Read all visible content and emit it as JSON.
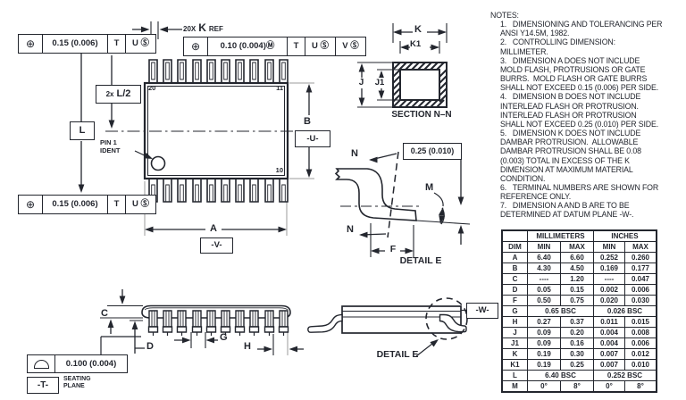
{
  "ink": "#23262e",
  "gray": "#9b9b9b",
  "labels": {
    "a": "A",
    "b": "B",
    "c": "C",
    "d": "D",
    "f": "F",
    "g": "G",
    "h": "H",
    "j": "J",
    "j1": "J1",
    "k": "K",
    "k1": "K1",
    "m": "M",
    "n": "N",
    "l": "L"
  },
  "k_callout": {
    "prefix": "20X",
    "dim": "K",
    "suffix": "REF"
  },
  "boxes": {
    "u": "-U-",
    "v": "-V-",
    "t": "-T-",
    "w": "-W-",
    "l": "L",
    "l_half_prefix": "2x",
    "l_half": "L/2",
    "lead_offset": "0.25 (0.010)"
  },
  "fcf": {
    "position_sym": "⊕",
    "a_tol": "0.15 (0.006)",
    "a_datum1": "T",
    "a_datum2": "U Ⓢ",
    "b_tol": "0.10 (0.004)Ⓜ",
    "b_datum1": "T",
    "b_datum2": "U Ⓢ",
    "b_datum3": "V Ⓢ",
    "flat_tol": "0.100 (0.004)"
  },
  "pins": {
    "p20": "20",
    "p11": "11",
    "p10": "10"
  },
  "captions": {
    "section": "SECTION N–N",
    "detail": "DETAIL E",
    "seating": "SEATING\nPLANE",
    "pin1": "PIN 1\nIDENT"
  },
  "notes": {
    "title": "NOTES:",
    "items": [
      "1.   DIMENSIONING AND TOLERANCING PER\nANSI Y14.5M, 1982.",
      "2.   CONTROLLING DIMENSION:\nMILLIMETER.",
      "3.   DIMENSION A DOES NOT INCLUDE\nMOLD FLASH, PROTRUSIONS OR GATE\nBURRS.  MOLD FLASH OR GATE BURRS\nSHALL NOT EXCEED 0.15 (0.006) PER SIDE.",
      "4.   DIMENSION B DOES NOT INCLUDE\nINTERLEAD FLASH OR PROTRUSION.\nINTERLEAD FLASH OR PROTRUSION\nSHALL NOT EXCEED 0.25 (0.010) PER SIDE.",
      "5.   DIMENSION K DOES NOT INCLUDE\nDAMBAR PROTRUSION.  ALLOWABLE\nDAMBAR PROTRUSION SHALL BE 0.08\n(0.003) TOTAL IN EXCESS OF THE K\nDIMENSION AT MAXIMUM MATERIAL\nCONDITION.",
      "6.   TERMINAL NUMBERS ARE SHOWN FOR\nREFERENCE ONLY.",
      "7.   DIMENSION A AND B ARE TO BE\nDETERMINED AT DATUM PLANE -W-."
    ]
  },
  "dim_table": {
    "group_mm": "MILLIMETERS",
    "group_in": "INCHES",
    "h_dim": "DIM",
    "h_min": "MIN",
    "h_max": "MAX",
    "h_min2": "MIN",
    "h_max2": "MAX",
    "rows": [
      {
        "d": "A",
        "m1": "6.40",
        "m2": "6.60",
        "i1": "0.252",
        "i2": "0.260"
      },
      {
        "d": "B",
        "m1": "4.30",
        "m2": "4.50",
        "i1": "0.169",
        "i2": "0.177"
      },
      {
        "d": "C",
        "m1": "----",
        "m2": "1.20",
        "i1": "----",
        "i2": "0.047"
      },
      {
        "d": "D",
        "m1": "0.05",
        "m2": "0.15",
        "i1": "0.002",
        "i2": "0.006"
      },
      {
        "d": "F",
        "m1": "0.50",
        "m2": "0.75",
        "i1": "0.020",
        "i2": "0.030"
      },
      {
        "d": "G",
        "m": "0.65 BSC",
        "i": "0.026 BSC"
      },
      {
        "d": "H",
        "m1": "0.27",
        "m2": "0.37",
        "i1": "0.011",
        "i2": "0.015"
      },
      {
        "d": "J",
        "m1": "0.09",
        "m2": "0.20",
        "i1": "0.004",
        "i2": "0.008"
      },
      {
        "d": "J1",
        "m1": "0.09",
        "m2": "0.16",
        "i1": "0.004",
        "i2": "0.006"
      },
      {
        "d": "K",
        "m1": "0.19",
        "m2": "0.30",
        "i1": "0.007",
        "i2": "0.012"
      },
      {
        "d": "K1",
        "m1": "0.19",
        "m2": "0.25",
        "i1": "0.007",
        "i2": "0.010"
      },
      {
        "d": "L",
        "m": "6.40 BSC",
        "i": "0.252 BSC"
      },
      {
        "d": "M",
        "m1": "0°",
        "m2": "8°",
        "i1": "0°",
        "i2": "8°"
      }
    ]
  }
}
